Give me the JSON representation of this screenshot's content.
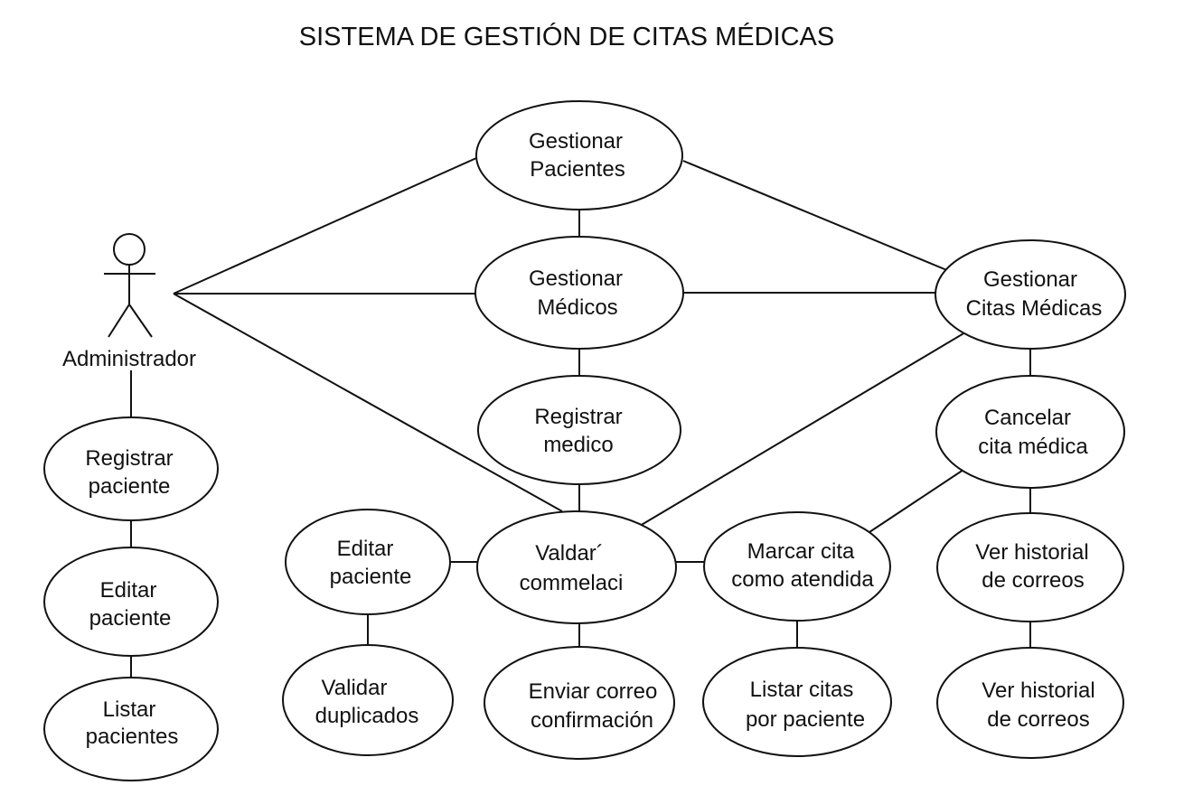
{
  "diagram": {
    "title": "SISTEMA DE GESTIÓN DE CITAS MÉDICAS",
    "actor": {
      "label": "Administrador"
    },
    "use_cases": {
      "gestionar_pacientes": [
        "Gestionar",
        "Pacientes"
      ],
      "gestionar_medicos": [
        "Gestionar",
        "Médicos"
      ],
      "gestionar_citas": [
        "Gestionar",
        "Citas Médicas"
      ],
      "registrar_medico": [
        "Registrar",
        "medico"
      ],
      "cancelar_cita": [
        "Cancelar",
        "cita médica"
      ],
      "registrar_paciente": [
        "Registrar",
        "paciente"
      ],
      "editar_paciente_left": [
        "Editar",
        "paciente"
      ],
      "listar_pacientes": [
        "Listar",
        "pacientes"
      ],
      "editar_paciente_mid": [
        "Editar",
        "paciente"
      ],
      "validar_conmelaci": [
        "Valdar´",
        "commelaci"
      ],
      "marcar_cita": [
        "Marcar cita",
        "como atendida"
      ],
      "ver_historial_1": [
        "Ver historial",
        "de correos"
      ],
      "validar_duplicados": [
        "Validar",
        "duplicados"
      ],
      "enviar_correo": [
        "Enviar correo",
        "confirmación"
      ],
      "listar_citas": [
        "Listar citas",
        "por paciente"
      ],
      "ver_historial_2": [
        "Ver historial",
        "de correos"
      ]
    }
  }
}
